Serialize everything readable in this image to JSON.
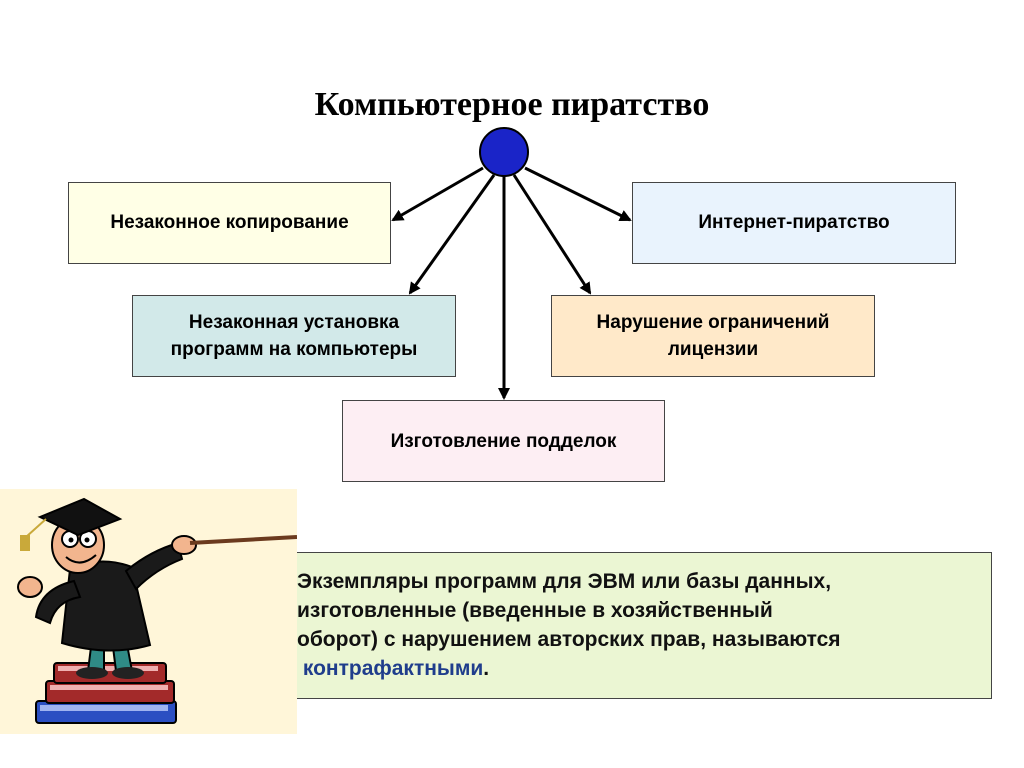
{
  "title": "Компьютерное пиратство",
  "nodes": {
    "copy": "Незаконное копирование",
    "internet": "Интернет-пиратство",
    "install_line1": "Незаконная установка",
    "install_line2": "программ на  компьютеры",
    "license_line1": "Нарушение ограничений",
    "license_line2": "лицензии",
    "counterfeit": "Изготовление подделок"
  },
  "note": {
    "line1": "Экземпляры программ для ЭВМ или базы данных,",
    "line2": "изготовленные (введенные в хозяйственный",
    "line3": "оборот) с нарушением авторских прав, называются",
    "term": "контрафактными",
    "end": "."
  },
  "colors": {
    "hub": "#1a24c8",
    "note_term": "#1f3d8c"
  },
  "illustration": "professor-with-pointer-on-books"
}
